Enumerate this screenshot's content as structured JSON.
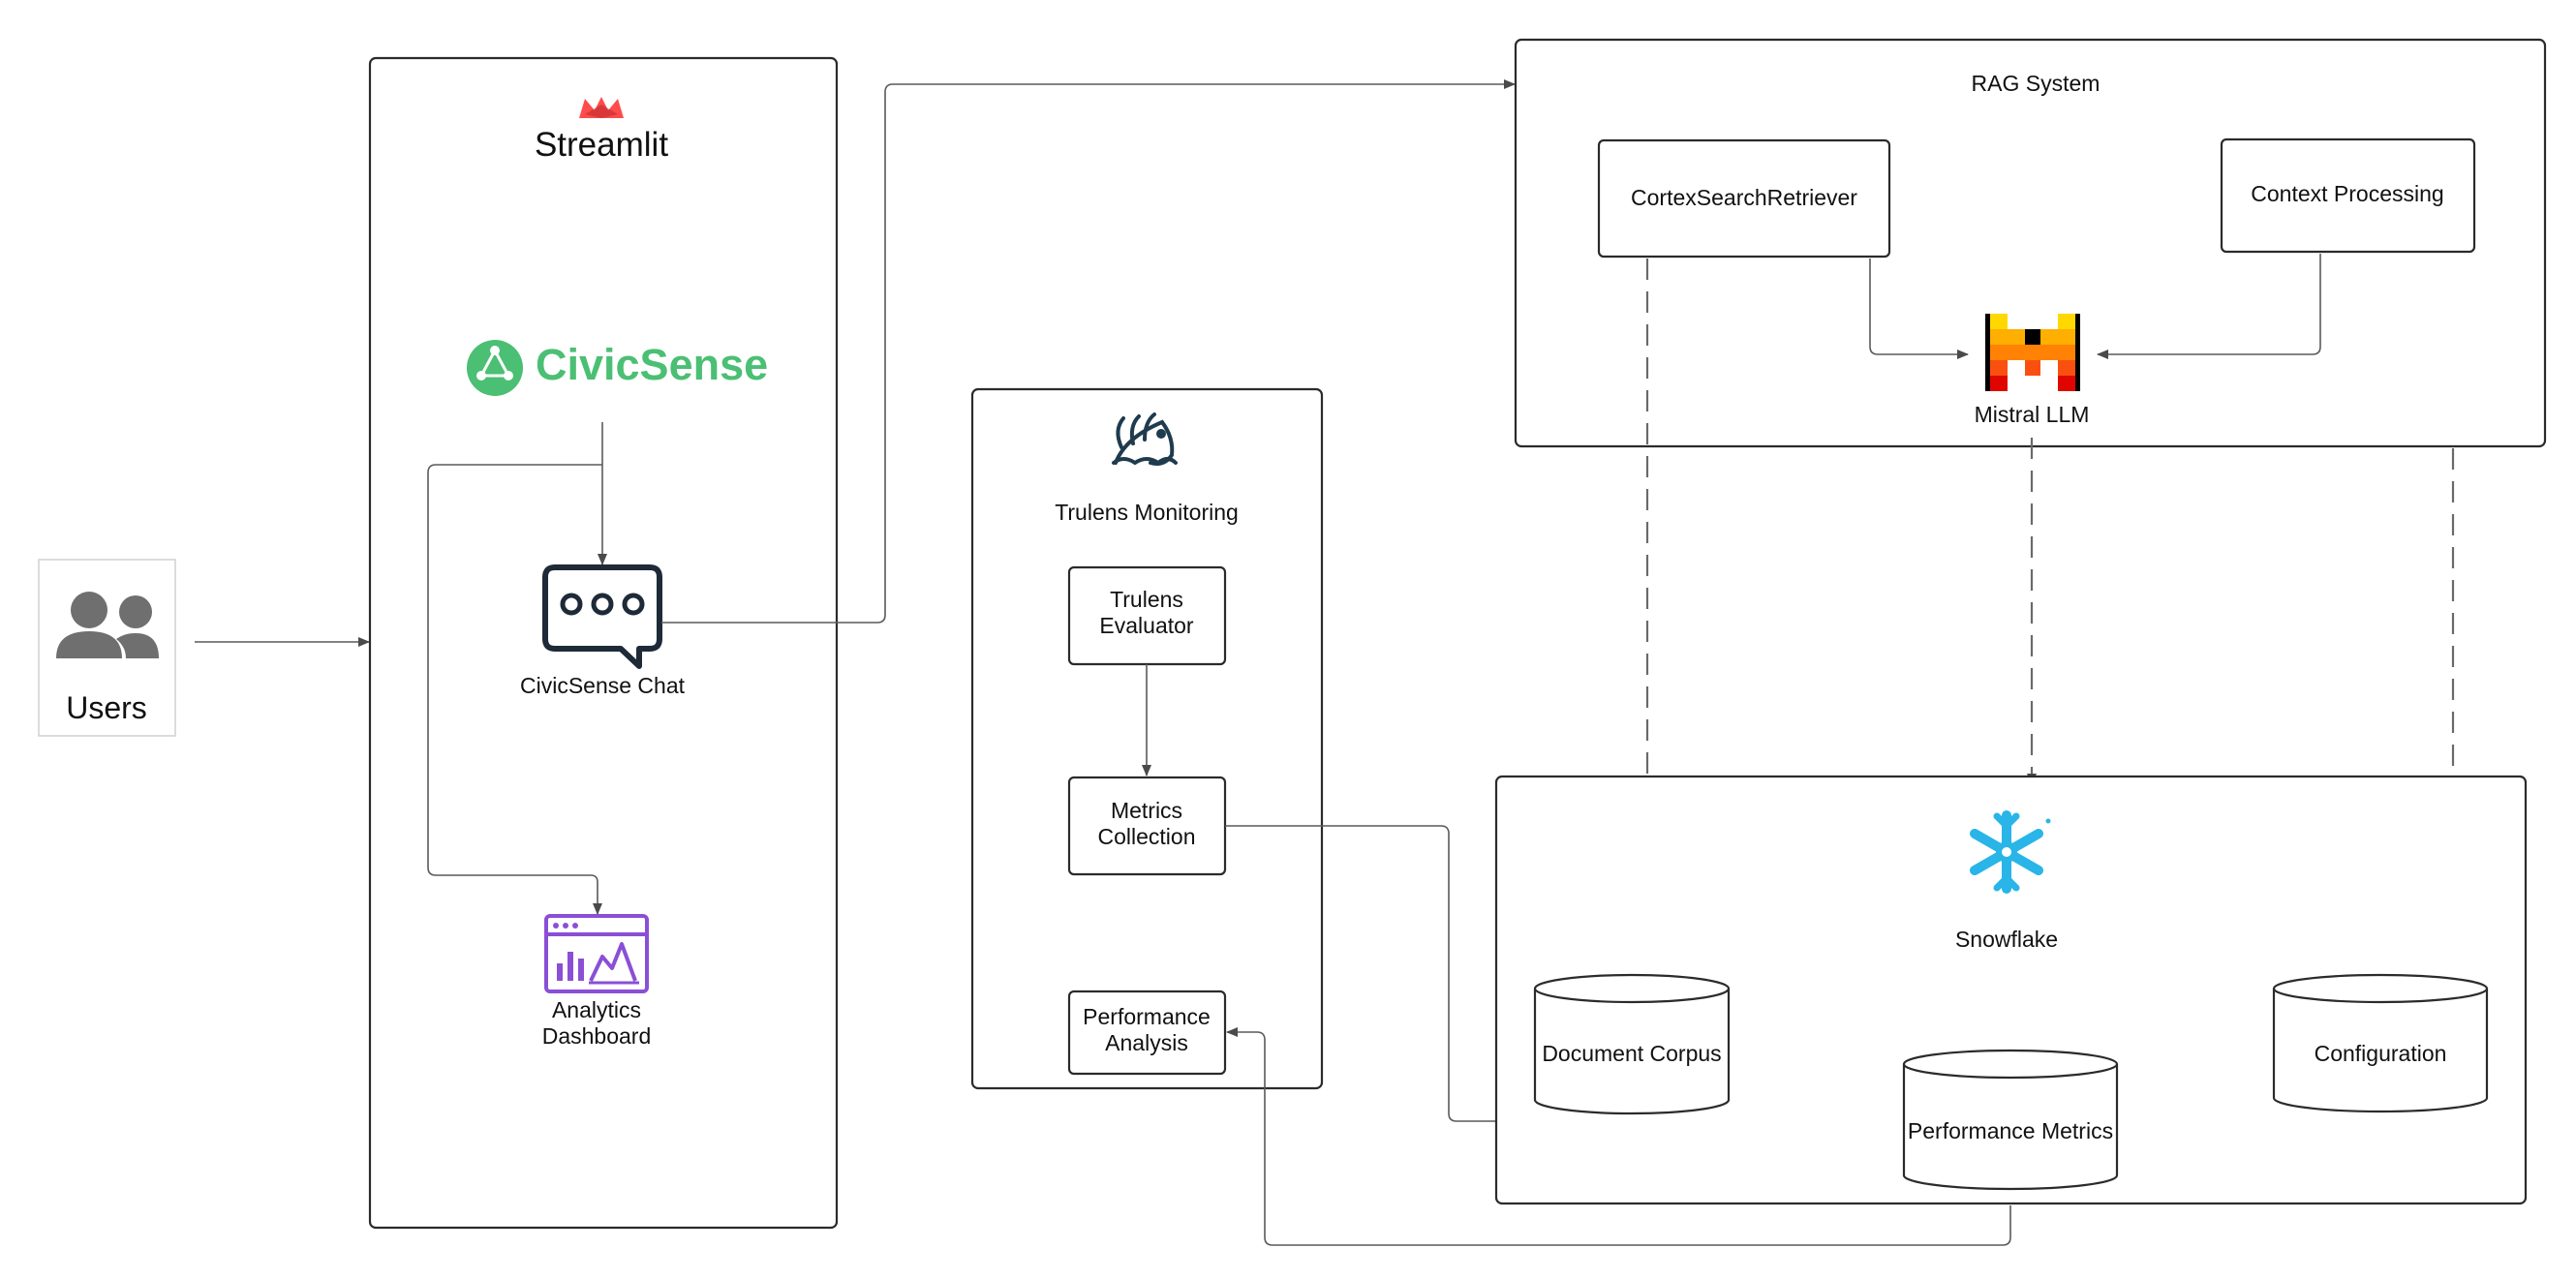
{
  "users": {
    "label": "Users"
  },
  "streamlit": {
    "title": "Streamlit",
    "brand": "CivicSense",
    "chat_label": "CivicSense Chat",
    "dashboard_label_line1": "Analytics",
    "dashboard_label_line2": "Dashboard"
  },
  "trulens": {
    "title": "Trulens Monitoring",
    "evaluator_line1": "Trulens",
    "evaluator_line2": "Evaluator",
    "metrics_line1": "Metrics",
    "metrics_line2": "Collection",
    "performance_line1": "Performance",
    "performance_line2": "Analysis"
  },
  "rag": {
    "title": "RAG System",
    "retriever": "CortexSearchRetriever",
    "context": "Context Processing",
    "llm": "Mistral LLM"
  },
  "snowflake": {
    "title": "Snowflake",
    "document_corpus": "Document Corpus",
    "performance_metrics": "Performance Metrics",
    "configuration": "Configuration"
  },
  "colors": {
    "civicsense_green": "#4bbf73",
    "streamlit_red": "#ff4b4b",
    "dashboard_purple": "#8a4fd6",
    "snowflake_blue": "#29b5e8",
    "trulens_navy": "#1f3b4d",
    "mistral_orange": "#ff7000"
  }
}
